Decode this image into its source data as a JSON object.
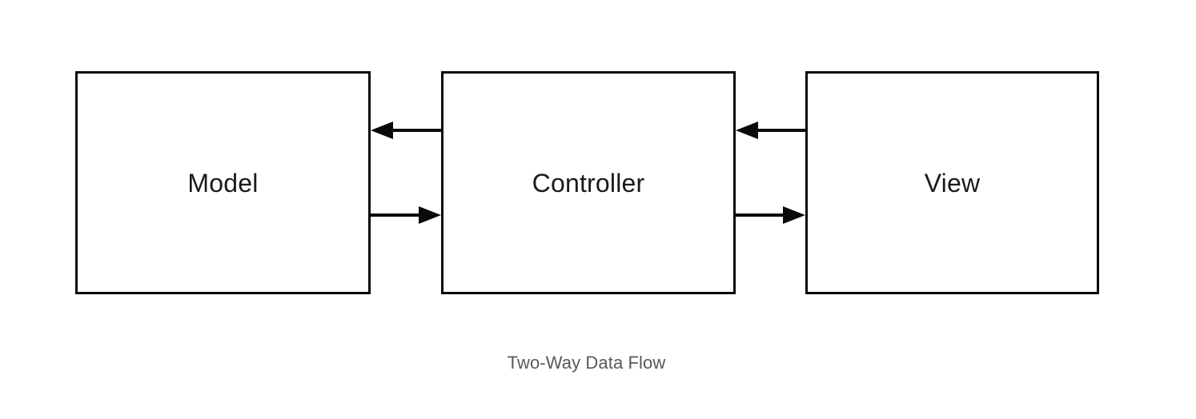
{
  "diagram": {
    "title": "Two-Way Data Flow",
    "caption": "Two-Way Data Flow",
    "background_color": "#ffffff",
    "border_color": "#0a0a0a",
    "label_color": "#1a1a1a",
    "caption_color": "#595959",
    "nodes": [
      {
        "id": "model",
        "label": "Model"
      },
      {
        "id": "controller",
        "label": "Controller"
      },
      {
        "id": "view",
        "label": "View"
      }
    ],
    "connectors": [
      {
        "id": "model-controller",
        "from": "Controller",
        "to": "Model",
        "direction": "left",
        "arrow_icon": "arrow-left-icon"
      },
      {
        "id": "controller-model",
        "from": "Model",
        "to": "Controller",
        "direction": "right",
        "arrow_icon": "arrow-right-icon"
      },
      {
        "id": "view-controller",
        "from": "View",
        "to": "Controller",
        "direction": "left",
        "arrow_icon": "arrow-left-icon"
      },
      {
        "id": "controller-view",
        "from": "Controller",
        "to": "View",
        "direction": "right",
        "arrow_icon": "arrow-right-icon"
      }
    ]
  }
}
